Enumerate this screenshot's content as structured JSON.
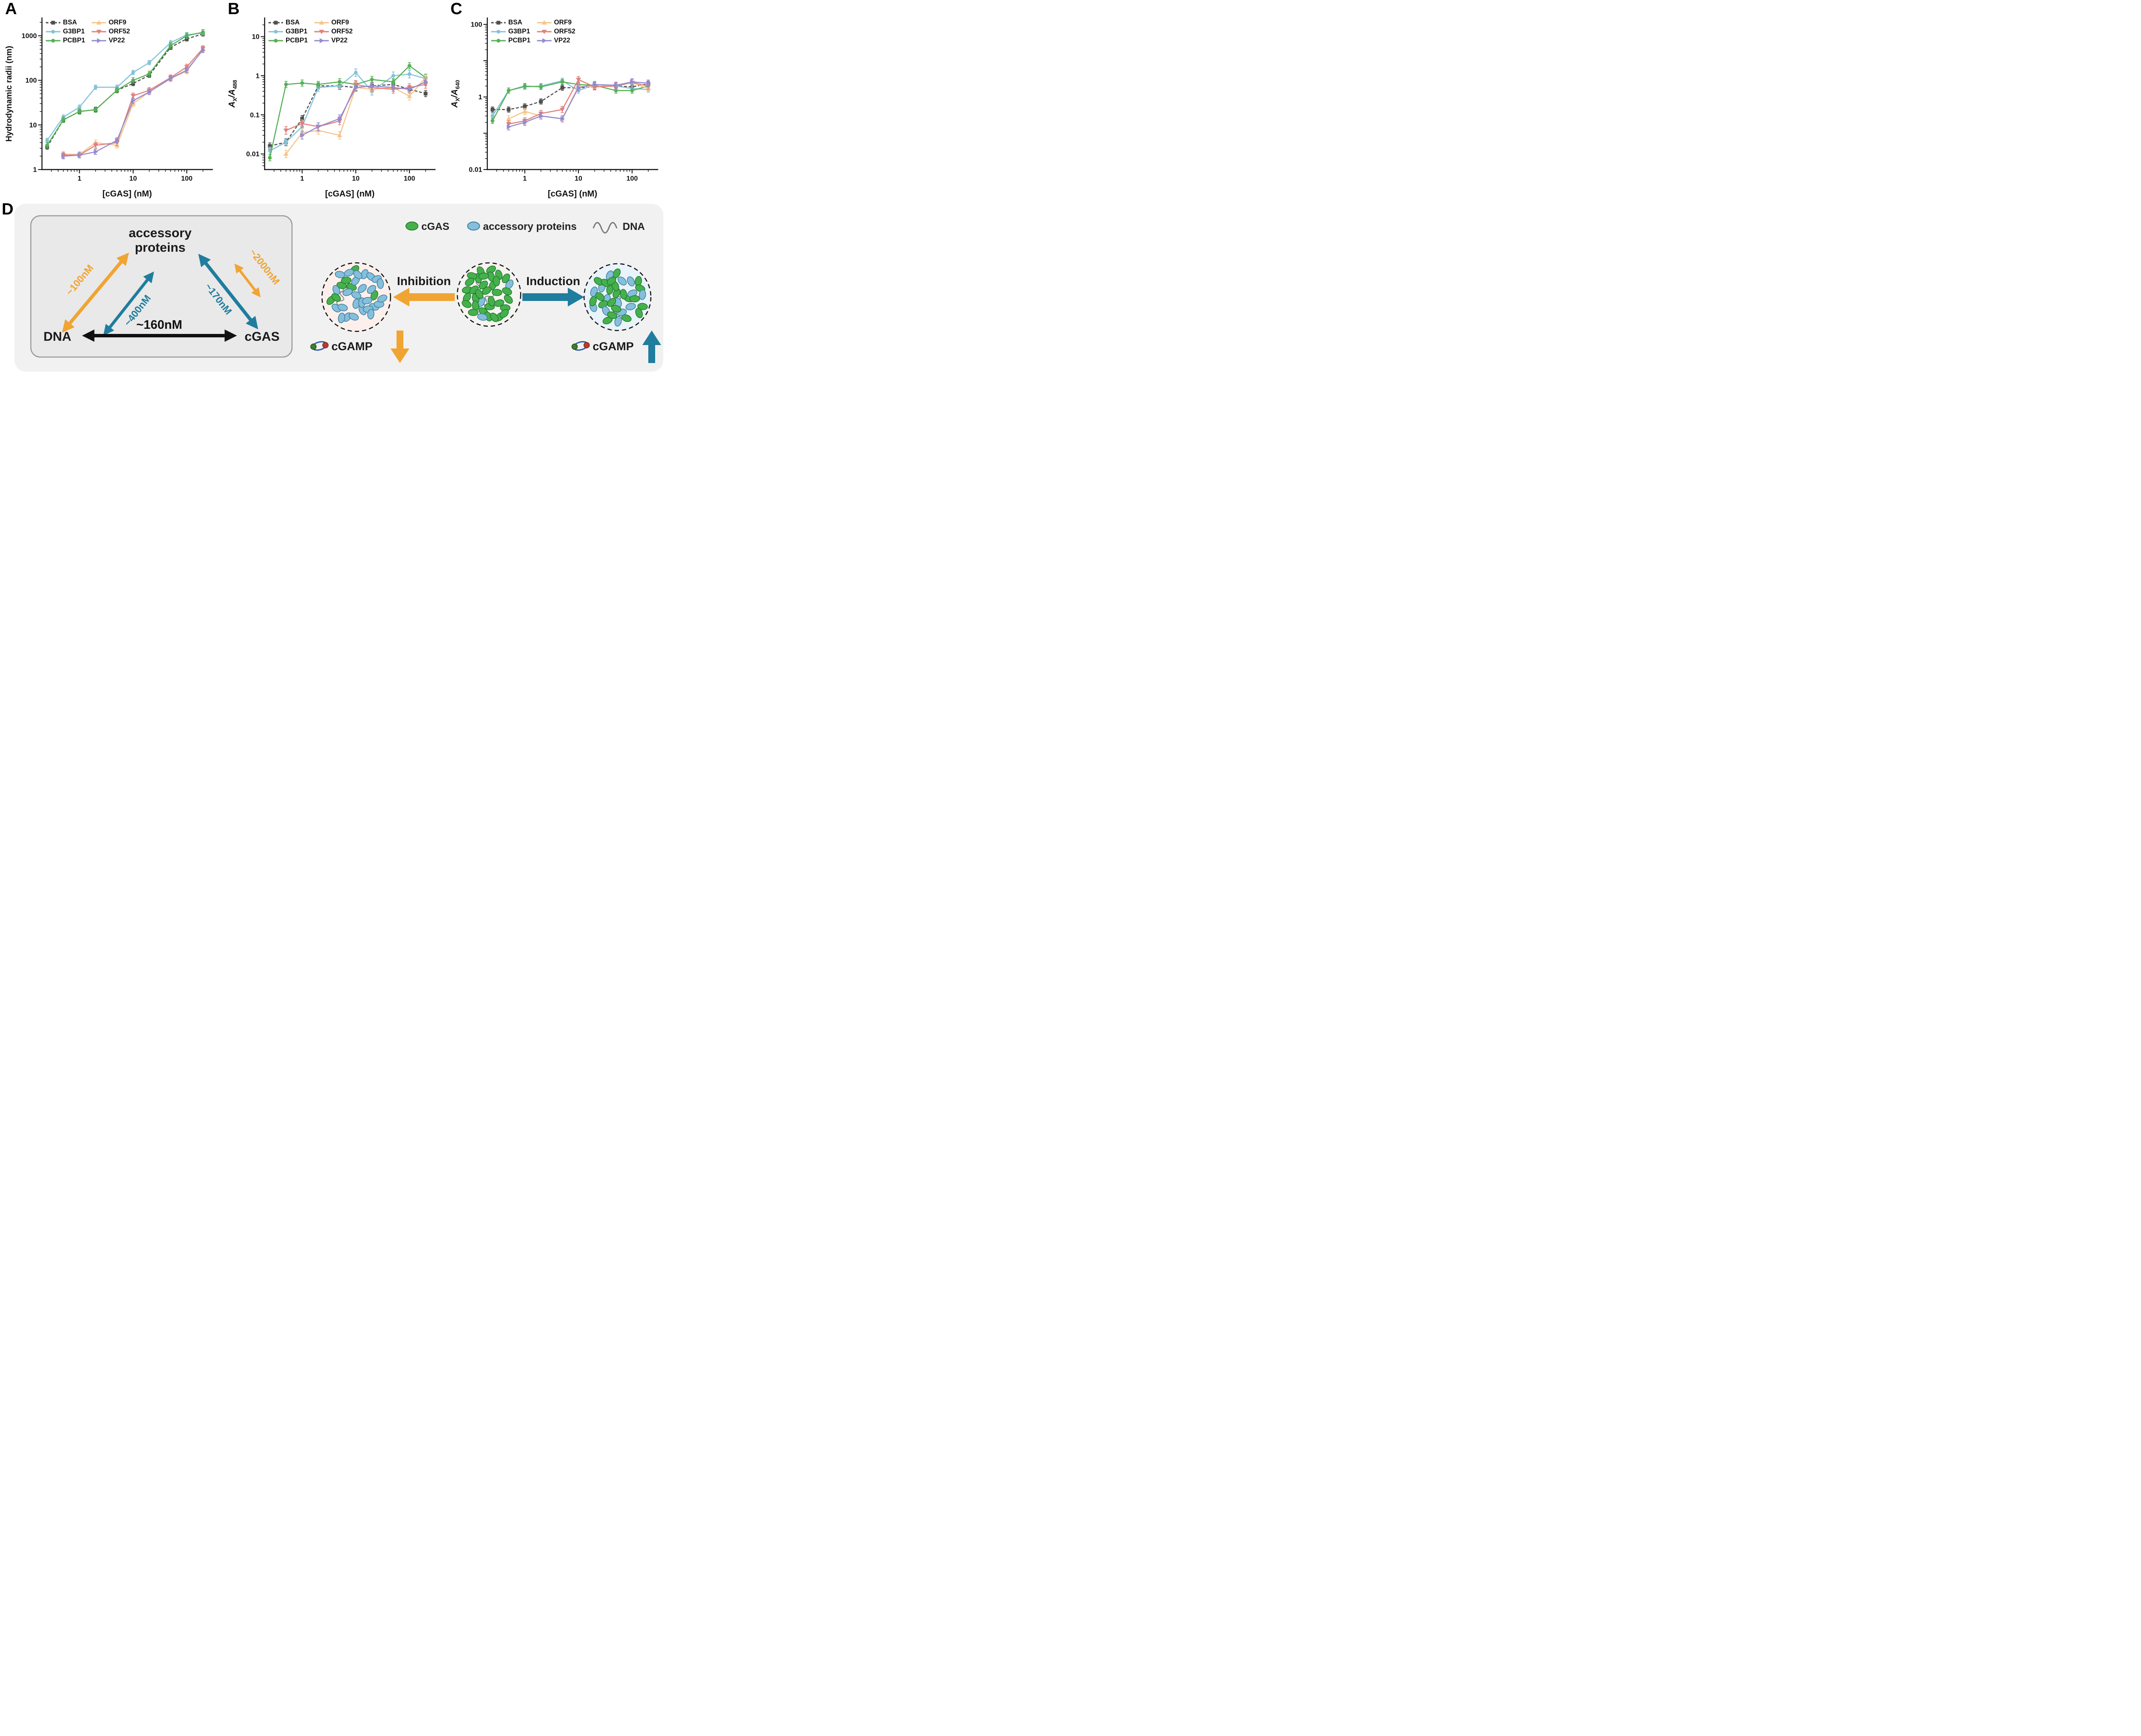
{
  "panels": {
    "A": {
      "letter": "A"
    },
    "B": {
      "letter": "B"
    },
    "C": {
      "letter": "C"
    },
    "D": {
      "letter": "D"
    }
  },
  "chart_data": [
    {
      "id": "A",
      "type": "line",
      "xscale": "log",
      "yscale": "log",
      "xlabel": "[cGAS] (nM)",
      "ylabel": "Hydrodynamic radii (nm)",
      "xlim": [
        0.2,
        300
      ],
      "ylim": [
        1,
        2500
      ],
      "xticks": [
        1,
        10,
        100
      ],
      "yticks": [
        1,
        10,
        100,
        1000
      ],
      "legend_position": "top-left",
      "grid": false,
      "x": [
        0.25,
        0.5,
        1,
        2,
        5,
        10,
        20,
        50,
        100,
        200
      ],
      "series": [
        {
          "name": "BSA",
          "color": "#4f4f4f",
          "marker": "square",
          "dash": true,
          "rel_err": 0.12,
          "values": [
            3.2,
            13,
            20,
            22,
            60,
            85,
            130,
            550,
            850,
            1100
          ]
        },
        {
          "name": "G3BP1",
          "color": "#84c3da",
          "marker": "circle",
          "dash": false,
          "rel_err": 0.12,
          "values": [
            4.5,
            15,
            25,
            70,
            70,
            150,
            250,
            700,
            1050,
            1150
          ]
        },
        {
          "name": "PCBP1",
          "color": "#55b154",
          "marker": "circle",
          "dash": false,
          "rel_err": 0.15,
          "values": [
            3.5,
            13,
            20,
            22,
            60,
            100,
            140,
            600,
            1000,
            1200
          ]
        },
        {
          "name": "ORF9",
          "color": "#f7c489",
          "marker": "triangle-up",
          "dash": false,
          "rel_err": 0.15,
          "values": [
            null,
            2.2,
            2.2,
            4,
            3.5,
            30,
            55,
            110,
            160,
            500
          ]
        },
        {
          "name": "ORF52",
          "color": "#e0807c",
          "marker": "triangle-down",
          "dash": false,
          "rel_err": 0.15,
          "values": [
            null,
            2.1,
            2.1,
            3.5,
            4,
            45,
            60,
            115,
            200,
            520
          ]
        },
        {
          "name": "VP22",
          "color": "#938bd1",
          "marker": "triangle-right",
          "dash": false,
          "rel_err": 0.15,
          "values": [
            null,
            2.0,
            2.1,
            2.5,
            4.5,
            35,
            55,
            110,
            170,
            480
          ]
        }
      ]
    },
    {
      "id": "B",
      "type": "line",
      "xscale": "log",
      "yscale": "log",
      "xlabel": "[cGAS] (nM)",
      "ylabel": "AX/A488",
      "ylabel_parts": {
        "num": "A",
        "num_sub": "X",
        "den": "/A",
        "den_sub": "488"
      },
      "xlim": [
        0.2,
        300
      ],
      "ylim": [
        0.004,
        30
      ],
      "xticks": [
        1,
        10,
        100
      ],
      "yticks": [
        0.01,
        0.1,
        1,
        10
      ],
      "legend_position": "top-left",
      "grid": false,
      "x": [
        0.25,
        0.5,
        1,
        2,
        5,
        10,
        20,
        50,
        100,
        200
      ],
      "series": [
        {
          "name": "BSA",
          "color": "#4f4f4f",
          "marker": "square",
          "dash": true,
          "rel_err": 0.2,
          "values": [
            0.016,
            0.02,
            0.08,
            0.55,
            0.55,
            0.5,
            0.55,
            0.6,
            0.45,
            0.35
          ]
        },
        {
          "name": "G3BP1",
          "color": "#84c3da",
          "marker": "circle",
          "dash": false,
          "rel_err": 0.25,
          "values": [
            0.012,
            0.02,
            0.05,
            0.5,
            0.55,
            1.2,
            0.4,
            1.0,
            1.1,
            0.85
          ]
        },
        {
          "name": "PCBP1",
          "color": "#55b154",
          "marker": "circle",
          "dash": false,
          "rel_err": 0.2,
          "values": [
            0.008,
            0.6,
            0.65,
            0.6,
            0.7,
            0.6,
            0.8,
            0.7,
            1.8,
            0.9
          ]
        },
        {
          "name": "ORF9",
          "color": "#f7c489",
          "marker": "triangle-up",
          "dash": false,
          "rel_err": 0.25,
          "values": [
            null,
            0.01,
            0.035,
            0.04,
            0.03,
            0.5,
            0.45,
            0.5,
            0.3,
            0.9
          ]
        },
        {
          "name": "ORF52",
          "color": "#e0807c",
          "marker": "triangle-down",
          "dash": false,
          "rel_err": 0.25,
          "values": [
            null,
            0.04,
            0.06,
            0.05,
            0.07,
            0.6,
            0.5,
            0.45,
            0.5,
            0.6
          ]
        },
        {
          "name": "VP22",
          "color": "#938bd1",
          "marker": "triangle-right",
          "dash": false,
          "rel_err": 0.25,
          "values": [
            null,
            null,
            0.03,
            0.05,
            0.08,
            0.5,
            0.55,
            0.5,
            0.45,
            0.7
          ]
        }
      ]
    },
    {
      "id": "C",
      "type": "line",
      "xscale": "log",
      "yscale": "log",
      "xlabel": "[cGAS] (nM)",
      "ylabel": "AX/A640",
      "ylabel_parts": {
        "num": "A",
        "num_sub": "X",
        "den": "/A",
        "den_sub": "640"
      },
      "xlim": [
        0.2,
        300
      ],
      "ylim": [
        0.01,
        150
      ],
      "xticks": [
        1,
        10,
        100
      ],
      "yticks": [
        0.01,
        1,
        100
      ],
      "legend_position": "top-left",
      "grid": false,
      "x": [
        0.25,
        0.5,
        1,
        2,
        5,
        10,
        20,
        50,
        100,
        200
      ],
      "series": [
        {
          "name": "BSA",
          "color": "#4f4f4f",
          "marker": "square",
          "dash": true,
          "rel_err": 0.18,
          "values": [
            0.45,
            0.45,
            0.55,
            0.75,
            1.8,
            1.8,
            1.9,
            2.0,
            1.9,
            2.3
          ]
        },
        {
          "name": "G3BP1",
          "color": "#84c3da",
          "marker": "circle",
          "dash": false,
          "rel_err": 0.18,
          "values": [
            0.3,
            1.5,
            1.9,
            2.0,
            2.8,
            1.5,
            2.2,
            2.0,
            1.7,
            1.6
          ]
        },
        {
          "name": "PCBP1",
          "color": "#55b154",
          "marker": "circle",
          "dash": false,
          "rel_err": 0.18,
          "values": [
            0.22,
            1.5,
            2.0,
            1.9,
            2.6,
            2.2,
            2.1,
            1.5,
            1.5,
            2.0
          ]
        },
        {
          "name": "ORF9",
          "color": "#f7c489",
          "marker": "triangle-up",
          "dash": false,
          "rel_err": 0.22,
          "values": [
            null,
            0.25,
            0.4,
            0.3,
            0.25,
            2.0,
            1.9,
            2.1,
            2.5,
            1.7
          ]
        },
        {
          "name": "ORF52",
          "color": "#e0807c",
          "marker": "triangle-down",
          "dash": false,
          "rel_err": 0.22,
          "values": [
            null,
            0.18,
            0.22,
            0.35,
            0.45,
            3.0,
            1.9,
            2.0,
            2.5,
            2.0
          ]
        },
        {
          "name": "VP22",
          "color": "#938bd1",
          "marker": "triangle-right",
          "dash": false,
          "rel_err": 0.22,
          "values": [
            null,
            0.15,
            0.2,
            0.3,
            0.25,
            1.8,
            2.2,
            2.1,
            2.6,
            2.4
          ]
        }
      ]
    }
  ],
  "diagram": {
    "affinity": {
      "node_accessory_line1": "accessory",
      "node_accessory_line2": "proteins",
      "node_dna": "DNA",
      "node_cgas": "cGAS",
      "kd_dna_accessory_orange": "~100nM",
      "kd_dna_accessory_teal": "~400nM",
      "kd_cgas_accessory_teal": "~170nM",
      "kd_cgas_accessory_orange": "~2000nM",
      "kd_dna_cgas": "~160nM"
    },
    "legend": {
      "cgas": "cGAS",
      "accessory": "accessory proteins",
      "dna": "DNA"
    },
    "flow": {
      "inhibition": "Inhibition",
      "induction": "Induction",
      "cgamp_left": "cGAMP",
      "cgamp_right": "cGAMP"
    },
    "colors": {
      "orange": "#f0a432",
      "teal": "#1f7d9e",
      "green_blob": "#46b14c",
      "blue_blob": "#85bfdb"
    },
    "condensates": [
      {
        "id": "inhibited",
        "desc": "condensate rich in accessory proteins with some cGAS",
        "n": 34,
        "green_frac": 0.22,
        "dna": 2,
        "bg": "#fdf0ec"
      },
      {
        "id": "cgas-dna",
        "desc": "cGAS-DNA condensate",
        "n": 36,
        "green_frac": 0.92,
        "dna": 3,
        "bg": "#f5f4f1"
      },
      {
        "id": "induced",
        "desc": "cGAS condensate with accessory proteins",
        "n": 36,
        "green_frac": 0.62,
        "dna": 2,
        "bg": "#e9f3fa"
      }
    ]
  }
}
